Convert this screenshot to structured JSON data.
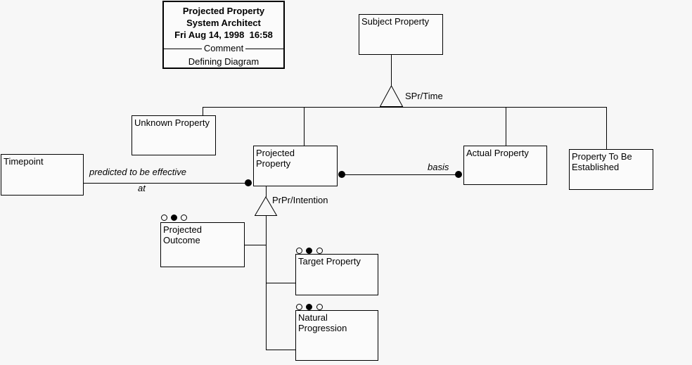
{
  "diagram": {
    "title_box": {
      "title": "Projected Property",
      "subtitle": "System Architect",
      "date": "Fri Aug 14, 1998  16:58",
      "divider_label": "Comment",
      "description": "Defining Diagram"
    },
    "nodes": {
      "subject_property": {
        "label": "Subject Property"
      },
      "unknown_property": {
        "label": "Unknown Property"
      },
      "projected_property": {
        "label": "Projected\nProperty"
      },
      "actual_property": {
        "label": "Actual Property"
      },
      "property_to_be_established": {
        "label": "Property To Be\nEstablished"
      },
      "timepoint": {
        "label": "Timepoint"
      },
      "projected_outcome": {
        "label": "Projected\nOutcome"
      },
      "target_property": {
        "label": "Target Property"
      },
      "natural_progression": {
        "label": "Natural\nProgression"
      }
    },
    "connector_labels": {
      "spr_time": "SPr/Time",
      "prpr_intention": "PrPr/Intention",
      "predicted_line1": "predicted to be effective",
      "predicted_line2": "at",
      "basis": "basis"
    },
    "colors": {
      "line": "#000000",
      "background": "#f7f7f7",
      "node_fill": "#fbfbfb"
    }
  }
}
